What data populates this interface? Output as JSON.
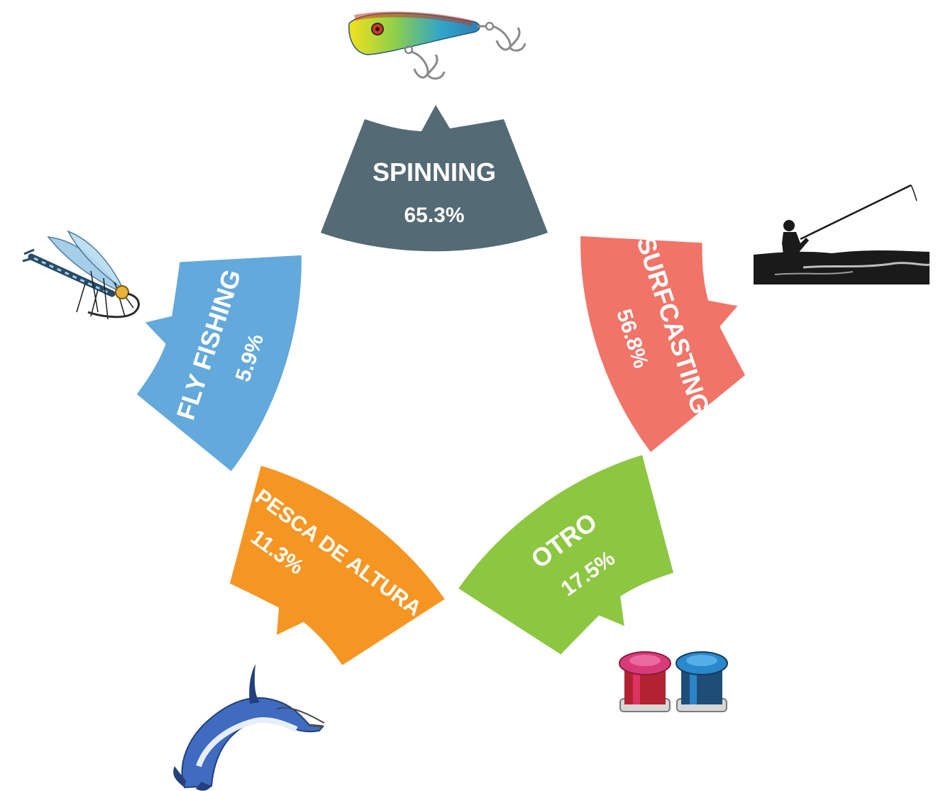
{
  "chart_data": {
    "type": "pie",
    "categories": [
      "SPINNING",
      "SURFCASTING",
      "OTRO",
      "PESCA DE ALTURA",
      "FLY FISHING"
    ],
    "values": [
      "65.3%",
      "56.8%",
      "17.5%",
      "11.3%",
      "5.9%"
    ],
    "numeric_values": [
      65.3,
      56.8,
      17.5,
      11.3,
      5.9
    ],
    "colors": [
      "#546a74",
      "#f07468",
      "#8dc641",
      "#f59623",
      "#63a9db"
    ],
    "icons": [
      "popper-lure-icon",
      "surfcaster-silhouette-icon",
      "line-spools-icon",
      "marlin-icon",
      "fly-lure-icon"
    ]
  }
}
